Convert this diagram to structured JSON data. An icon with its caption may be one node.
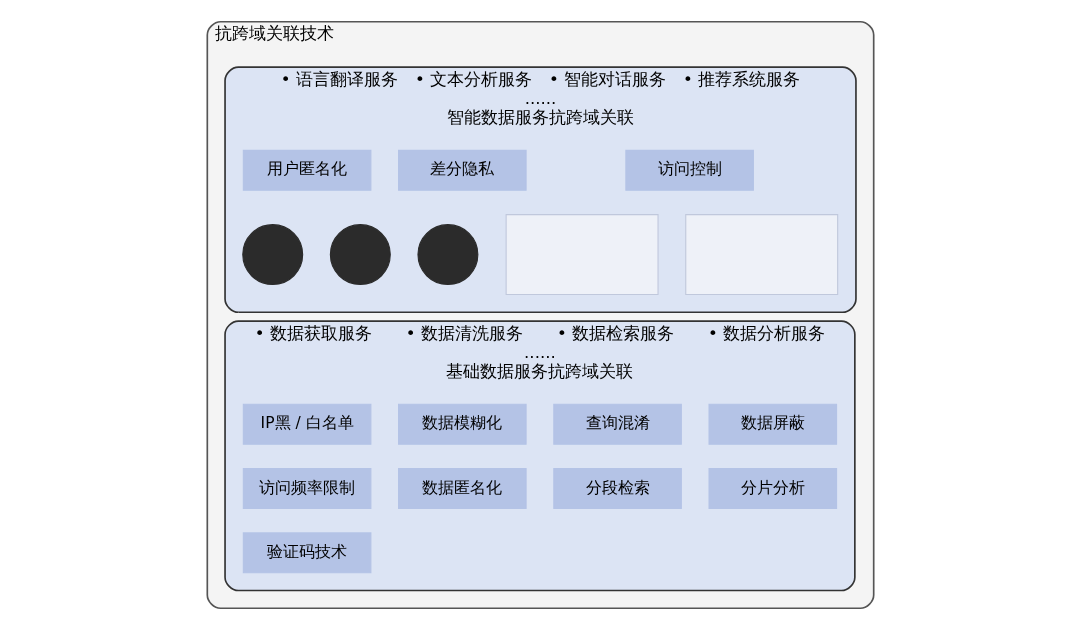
{
  "diagram": {
    "nodes": [
      {
        "text": [
          "抗跨域关联技术"
        ]
      },
      {
        "text": [
          "• 语言翻译服务　• 文本分析服务　• 智能对话服务　• 推荐系统服务",
          "......",
          "智能数据服务抗跨域关联"
        ],
        "in": 0
      },
      {
        "text": [
          "用户匿名化"
        ],
        "in": 1
      },
      {
        "text": [
          "差分隐私"
        ],
        "in": 1
      },
      {
        "text": [
          "访问控制"
        ],
        "in": 1
      },
      {
        "text": [],
        "shape": "person",
        "in": 1
      },
      {
        "text": [],
        "shape": "person",
        "in": 1
      },
      {
        "text": [],
        "shape": "person",
        "in": 1
      },
      {
        "text": [],
        "shape": "box",
        "in": 1
      },
      {
        "text": [],
        "shape": "box",
        "in": 1
      },
      {
        "text": [
          "• 数据获取服务　　• 数据清洗服务　　• 数据检索服务　　• 数据分析服务",
          "......",
          "基础数据服务抗跨域关联"
        ],
        "in": 0
      },
      {
        "text": [
          "IP黑 / 白名单"
        ],
        "in": 10
      },
      {
        "text": [
          "数据模糊化"
        ],
        "in": 10
      },
      {
        "text": [
          "查询混淆"
        ],
        "in": 10
      },
      {
        "text": [
          "数据屏蔽"
        ],
        "in": 10
      },
      {
        "text": [
          "访问频率限制"
        ],
        "in": 10
      },
      {
        "text": [
          "数据匿名化"
        ],
        "in": 10
      },
      {
        "text": [
          "分段检索"
        ],
        "in": 10
      },
      {
        "text": [
          "分片分析"
        ],
        "in": 10
      },
      {
        "text": [
          "验证码技术"
        ],
        "in": 10
      }
    ],
    "edges": []
  }
}
